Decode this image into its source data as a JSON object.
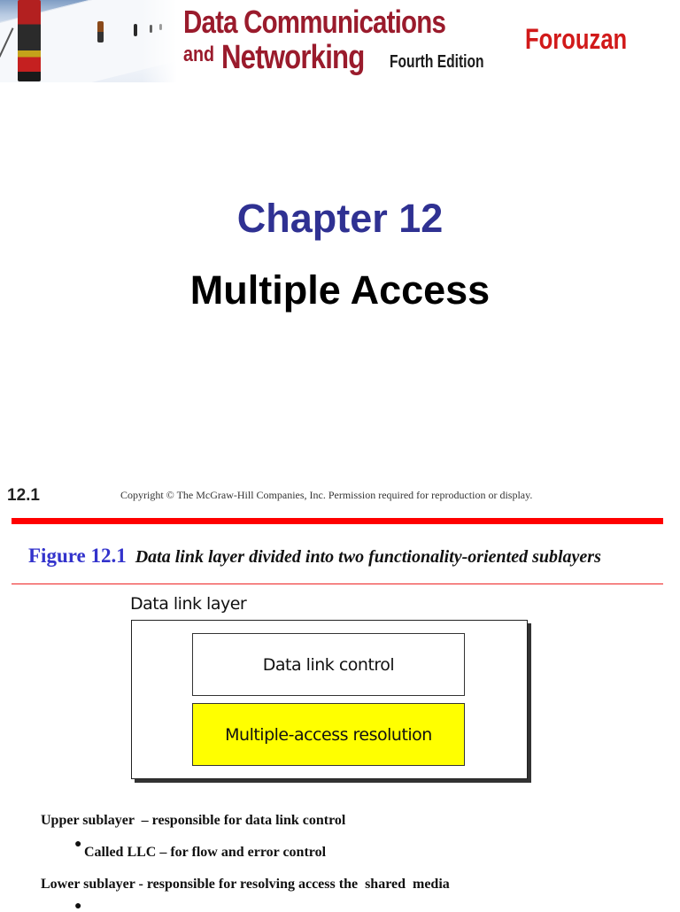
{
  "banner": {
    "title_line1": "Data Communications",
    "title_line2_prefix": "and",
    "title_line2": "Networking",
    "edition": "Fourth Edition",
    "author": "Forouzan",
    "photo": "mountaineers-climbing-snow-slope",
    "colors": {
      "title": "#9a1b2c",
      "author": "#d11a1a"
    }
  },
  "title_slide": {
    "chapter": "Chapter 12",
    "topic": "Multiple Access",
    "slide_number": "12.1",
    "copyright": "Copyright © The McGraw-Hill Companies, Inc. Permission required for reproduction or display.",
    "colors": {
      "chapter": "#2f3192",
      "topic": "#000000"
    }
  },
  "figure": {
    "label": "Figure 12.1",
    "description": "Data link layer divided into two functionality-oriented sublayers",
    "colors": {
      "label": "#3333cc",
      "rule": "#ff0000"
    },
    "diagram": {
      "outer_label": "Data link layer",
      "upper_box": "Data link control",
      "lower_box": "Multiple-access resolution",
      "colors": {
        "upper_fill": "#ffffff",
        "lower_fill": "#ffff00"
      }
    }
  },
  "notes": [
    {
      "text": "Upper sublayer  – responsible for data link control",
      "level": 0
    },
    {
      "text": "Called LLC – for flow and error control",
      "level": 1
    },
    {
      "text": "Lower sublayer - responsible for resolving access the  shared  media",
      "level": 0
    },
    {
      "text": "",
      "level": 1
    }
  ]
}
